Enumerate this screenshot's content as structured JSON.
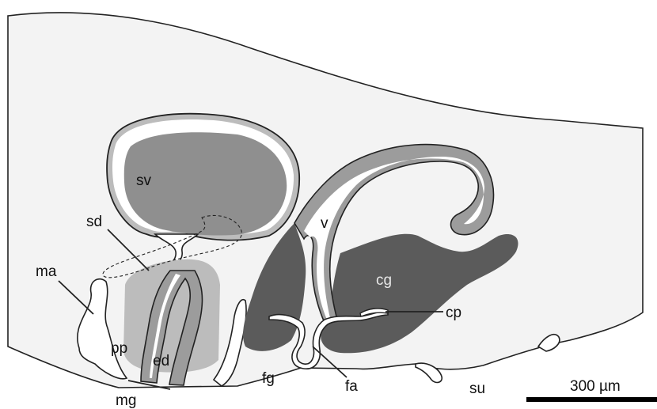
{
  "colors": {
    "background": "#ffffff",
    "body": "#f3f3f3",
    "outline": "#222222",
    "tissue_light": "#bcbcbc",
    "tissue_mid": "#8f8f8f",
    "tissue_dark": "#5b5b5b",
    "epithelium": "#9c9c9c",
    "lumen": "#ffffff"
  },
  "labels": {
    "sv": "sv",
    "sd": "sd",
    "ma": "ma",
    "pp": "pp",
    "ed": "ed",
    "mg": "mg",
    "fg": "fg",
    "fa": "fa",
    "v": "v",
    "cg": "cg",
    "cp": "cp",
    "su": "su"
  },
  "scale_bar": {
    "label": "300 µm"
  }
}
